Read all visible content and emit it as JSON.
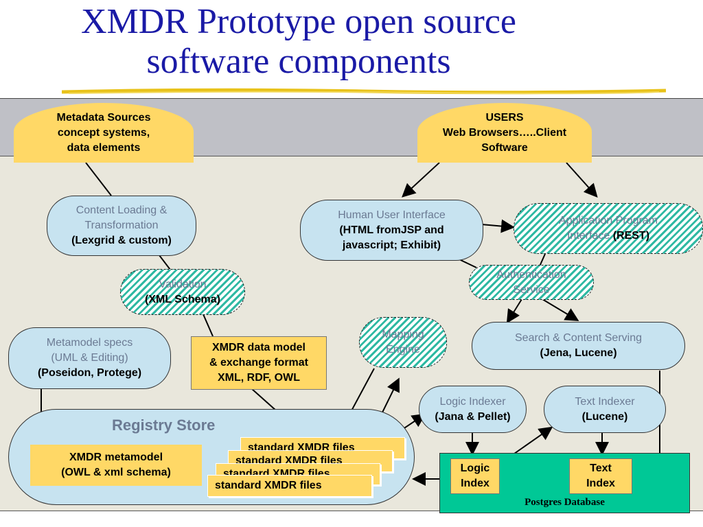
{
  "title": {
    "line1": "XMDR Prototype open source",
    "line2": "software components"
  },
  "colors": {
    "title": "#1a1aa6",
    "yellow": "#ffd866",
    "light_blue": "#c7e3f0",
    "hatch_teal": "#2fb9a3",
    "postgres_green": "#00c896",
    "header_band": "#bfc0c6",
    "panel_bg": "#e9e7dc"
  },
  "sources": {
    "line1": "Metadata Sources",
    "line2": "concept systems,",
    "line3": "data elements"
  },
  "users": {
    "line1": "USERS",
    "line2": "Web Browsers…..Client",
    "line3": "Software"
  },
  "content_loading": {
    "line1": "Content Loading &",
    "line2": "Transformation",
    "line3": "(Lexgrid & custom)"
  },
  "human_ui": {
    "line1": "Human User Interface",
    "line2": "(HTML fromJSP and",
    "line3": "javascript; Exhibit)"
  },
  "api": {
    "line1": "Application Program",
    "line2a": "Interface ",
    "line2b": "(REST)"
  },
  "validation": {
    "line1": "Validation",
    "line2": "(XML Schema)"
  },
  "auth": {
    "line1": "Authentication",
    "line2": "Service"
  },
  "metamodel_specs": {
    "line1": "Metamodel specs",
    "line2": "(UML & Editing)",
    "line3": "(Poseidon, Protege)"
  },
  "data_model": {
    "line1": "XMDR data model",
    "line2": "& exchange format",
    "line3": "XML, RDF, OWL"
  },
  "mapping": {
    "line1": "Mapping",
    "line2": "Engine"
  },
  "search": {
    "line1": "Search & Content Serving",
    "line2": "(Jena, Lucene)"
  },
  "logic_indexer": {
    "line1": "Logic Indexer",
    "line2": "(Jana & Pellet)"
  },
  "text_indexer": {
    "line1": "Text Indexer",
    "line2": "(Lucene)"
  },
  "registry": {
    "label": "Registry Store",
    "metamodel_line1": "XMDR metamodel",
    "metamodel_line2": "(OWL & xml schema)",
    "files": [
      "standard XMDR files",
      "standard XMDR files",
      "standard XMDR files",
      "standard XMDR files"
    ]
  },
  "postgres": {
    "label": "Postgres Database",
    "logic_index_line1": "Logic",
    "logic_index_line2": "Index",
    "text_index_line1": "Text",
    "text_index_line2": "Index"
  }
}
